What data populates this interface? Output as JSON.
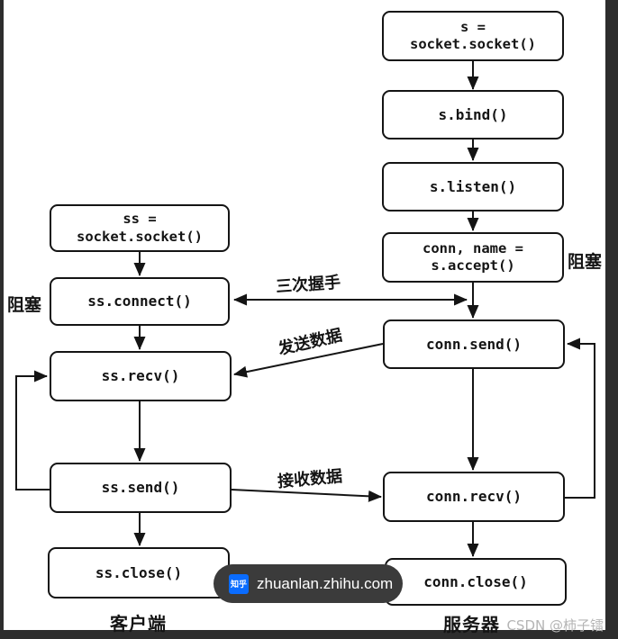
{
  "frame_color": "#2d2d2d",
  "server": {
    "column_label": "服务器",
    "blocking_label": "阻塞",
    "nodes": {
      "socket": {
        "line1": "s =",
        "line2": "socket.socket()"
      },
      "bind": {
        "line1": "s.bind()"
      },
      "listen": {
        "line1": "s.listen()"
      },
      "accept": {
        "line1": "conn, name =",
        "line2": "s.accept()"
      },
      "send": {
        "line1": "conn.send()"
      },
      "recv": {
        "line1": "conn.recv()"
      },
      "close": {
        "line1": "conn.close()"
      }
    }
  },
  "client": {
    "column_label": "客户端",
    "blocking_label": "阻塞",
    "nodes": {
      "socket": {
        "line1": "ss =",
        "line2": "socket.socket()"
      },
      "connect": {
        "line1": "ss.connect()"
      },
      "recv": {
        "line1": "ss.recv()"
      },
      "send": {
        "line1": "ss.send()"
      },
      "close": {
        "line1": "ss.close()"
      }
    }
  },
  "edge_labels": {
    "handshake": "三次握手",
    "send_data": "发送数据",
    "receive_data": "接收数据"
  },
  "watermarks": {
    "zhihu_logo": "知乎",
    "zhihu_url": "zhuanlan.zhihu.com",
    "zhihu_blue": "#0a6cff",
    "csdn": "CSDN @柿子镭"
  }
}
